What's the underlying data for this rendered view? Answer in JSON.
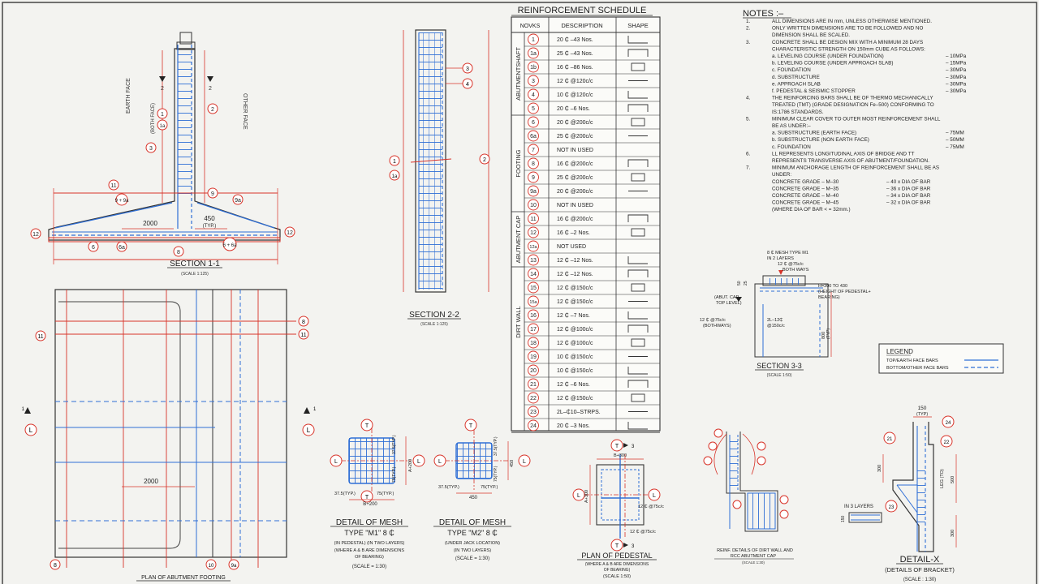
{
  "section11": {
    "title": "SECTION 1-1",
    "scale": "(SCALE 1:125)",
    "earth_face": "EARTH FACE",
    "other_face": "OTHER FACE",
    "both_face": "(BOTH FACE)",
    "dim_2000": "2000",
    "dim_450": "450",
    "dim_typ": "(TYP.)",
    "tag_2": "2",
    "marks_left": [
      "11",
      "9 + 9a",
      "12"
    ],
    "marks_right": [
      "9",
      "9a",
      "12"
    ],
    "marks_bottom": [
      "6",
      "6a",
      "8",
      "6 + 6a"
    ],
    "marks_stem": [
      "1",
      "1a",
      "2",
      "3"
    ]
  },
  "section22": {
    "title": "SECTION 2-2",
    "scale": "(SCALE 1:125)",
    "marks": [
      "1",
      "1a",
      "2",
      "3",
      "4"
    ]
  },
  "plan_footing": {
    "title": "PLAN OF ABUTMENT FOOTING",
    "dim_2000": "2000",
    "marks_right": [
      "8",
      "11"
    ],
    "marks_left": [
      "11"
    ],
    "marks_bottom": [
      "8",
      "10",
      "9a"
    ],
    "axis_L": "L",
    "axis_1": "1"
  },
  "schedule": {
    "title": "REINFORCEMENT SCHEDULE",
    "headers": [
      "NOVKS",
      "DESCRIPTION",
      "SHAPE"
    ],
    "groups": [
      {
        "label": "ABUTMENTSHAFT",
        "rows": 6
      },
      {
        "label": "FOOTING",
        "rows": 7
      },
      {
        "label": "ABUTMENT CAP",
        "rows": 4
      },
      {
        "label": "DIRT WALL",
        "rows": 8
      }
    ],
    "rows": [
      {
        "mark": "1",
        "desc": "20 ₵ –43 Nos."
      },
      {
        "mark": "1a",
        "desc": "25 ₵ –43 Nos."
      },
      {
        "mark": "1b",
        "desc": "16 ₵ –86 Nos."
      },
      {
        "mark": "3",
        "desc": "12 ₵ @120c/c"
      },
      {
        "mark": "4",
        "desc": "10 ₵ @120c/c"
      },
      {
        "mark": "5",
        "desc": "20 ₵ –6 Nos."
      },
      {
        "mark": "6",
        "desc": "20 ₵ @200c/c"
      },
      {
        "mark": "6a",
        "desc": "25 ₵ @200c/c"
      },
      {
        "mark": "7",
        "desc": "NOT IN USED"
      },
      {
        "mark": "8",
        "desc": "16 ₵ @200c/c"
      },
      {
        "mark": "9",
        "desc": "25 ₵ @200c/c"
      },
      {
        "mark": "9a",
        "desc": "20 ₵ @200c/c"
      },
      {
        "mark": "10",
        "desc": "NOT IN USED"
      },
      {
        "mark": "11",
        "desc": "16 ₵ @200c/c"
      },
      {
        "mark": "12",
        "desc": "16 ₵ –2 Nos."
      },
      {
        "mark": "12a",
        "desc": "NOT USED"
      },
      {
        "mark": "13",
        "desc": "12 ₵ –12 Nos."
      },
      {
        "mark": "14",
        "desc": "12 ₵ –12 Nos."
      },
      {
        "mark": "15",
        "desc": "12 ₵ @150c/c"
      },
      {
        "mark": "15a",
        "desc": "12 ₵ @150c/c"
      },
      {
        "mark": "16",
        "desc": "12 ₵ –7 Nos."
      },
      {
        "mark": "17",
        "desc": "12 ₵ @100c/c"
      },
      {
        "mark": "18",
        "desc": "12 ₵ @100c/c"
      },
      {
        "mark": "19",
        "desc": "10 ₵ @150c/c"
      },
      {
        "mark": "20",
        "desc": "10 ₵ @150c/c"
      },
      {
        "mark": "21",
        "desc": "12 ₵ –6 Nos."
      },
      {
        "mark": "22",
        "desc": "12 ₵ @150c/c"
      },
      {
        "mark": "23",
        "desc": "2L–₵10–STRPS."
      },
      {
        "mark": "24",
        "desc": "20 ₵ –3 Nos."
      }
    ]
  },
  "notes": {
    "title": "NOTES :–",
    "lines": [
      {
        "n": "1.",
        "t": "ALL DIMENSIONS ARE IN mm, UNLESS OTHERWISE MENTIONED."
      },
      {
        "n": "2.",
        "t": "ONLY WRITTEN DIMENSIONS ARE TO BE FOLLOWED AND NO"
      },
      {
        "n": "",
        "t": "DIMENSION SHALL BE SCALED."
      },
      {
        "n": "3.",
        "t": "CONCRETE SHALL BE DESIGN MIX WITH A MINIMUM 28 DAYS"
      },
      {
        "n": "",
        "t": "CHARACTERISTIC STRENGTH ON 150mm CUBE AS FOLLOWS:"
      },
      {
        "n": "",
        "t": "a. LEVELING COURSE (UNDER FOUNDATION)",
        "v": "– 10MPa"
      },
      {
        "n": "",
        "t": "b. LEVELING COURSE (UNDER APPROACH SLAB)",
        "v": "– 15MPa"
      },
      {
        "n": "",
        "t": "c. FOUNDATION",
        "v": "– 30MPa"
      },
      {
        "n": "",
        "t": "d. SUBSTRUCTURE",
        "v": "– 30MPa"
      },
      {
        "n": "",
        "t": "e. APPROACH SLAB",
        "v": "– 30MPa"
      },
      {
        "n": "",
        "t": "f. PEDESTAL & SEISMIC STOPPER",
        "v": "– 30MPa"
      },
      {
        "n": "4.",
        "t": "THE REINFORCING BARS SHALL BE OF THERMO MECHANICALLY"
      },
      {
        "n": "",
        "t": "TREATED (TMT) (GRADE DESIGNATION Fe–500) CONFORMING TO"
      },
      {
        "n": "",
        "t": "IS:1786 STANDARDS."
      },
      {
        "n": "5.",
        "t": "MINIMUM CLEAR COVER TO OUTER MOST REINFORCEMENT SHALL"
      },
      {
        "n": "",
        "t": "BE AS UNDER:–"
      },
      {
        "n": "",
        "t": "a. SUBSTRUCTURE (EARTH FACE)",
        "v": "– 75MM"
      },
      {
        "n": "",
        "t": "b. SUBSTRUCTURE (NON EARTH FACE)",
        "v": "– 50MM"
      },
      {
        "n": "",
        "t": "c. FOUNDATION",
        "v": "– 75MM"
      },
      {
        "n": "6.",
        "t": "LL REPRESENTS LONGITUDINAL AXIS OF BRIDGE AND TT"
      },
      {
        "n": "",
        "t": "REPRESENTS TRANSVERSE AXIS OF ABUTMENT/FOUNDATION."
      },
      {
        "n": "7.",
        "t": "MINIMUM ANCHORAGE LENGTH OF REINFORCEMENT SHALL BE AS"
      },
      {
        "n": "",
        "t": "UNDER:"
      },
      {
        "n": "",
        "t": "CONCRETE GRADE – M–30",
        "v": "– 40 x DIA OF BAR"
      },
      {
        "n": "",
        "t": "CONCRETE GRADE – M–35",
        "v": "– 36 x DIA OF BAR"
      },
      {
        "n": "",
        "t": "CONCRETE GRADE – M–40",
        "v": "– 34 x DIA OF BAR"
      },
      {
        "n": "",
        "t": "CONCRETE GRADE – M–45",
        "v": "– 32 x DIA OF BAR"
      },
      {
        "n": "",
        "t": "(WHERE DIA OF BAR < = 32mm.)"
      }
    ]
  },
  "section33": {
    "title": "SECTION 3-3",
    "scale": "(SCALE 1:50)",
    "mesh_note_1": "8 ₵ MESH TYPE M1",
    "mesh_note_2": "IN 2 LAYERS",
    "mesh_note_3": "12 ₵ @75c/c",
    "mesh_note_4": "BOTH WAYS",
    "h_note_1": "H=300 TO 430",
    "h_note_2": "(HEIGHT OF PEDESTAL+",
    "h_note_3": "BEARING)",
    "abut_1": "(ABUT. CAP",
    "abut_2": "TOP LEVEL)",
    "bar_1": "12 ₵ @75c/c",
    "bar_2": "(BOTHWAYS)",
    "bar_3": "2L–12₵",
    "bar_4": "@150c/c",
    "dim_800": "800",
    "dim_typ": "(TYP)",
    "dim_50": "50",
    "dim_25": "25"
  },
  "legend": {
    "title": "LEGEND",
    "item1": "TOP/EARTH FACE BARS",
    "item2": "BOTTOM/OTHER FACE BARS"
  },
  "mesh_m1": {
    "title": "DETAIL OF MESH",
    "type": "TYPE \"M1\" 8 ₵",
    "note1": "(IN PEDESTAL) (IN TWO LAYERS)",
    "note2": "(WHERE A & B ARE DIMENSIONS",
    "note3": "OF BEARING)",
    "scale": "(SCALE = 1:30)",
    "dim_b": "B+200",
    "dim_a": "A+200",
    "dim_375": "37.5(TYP.)",
    "dim_75": "75(TYP.)",
    "axis_T": "T",
    "axis_L": "L"
  },
  "mesh_m2": {
    "title": "DETAIL OF MESH",
    "type": "TYPE \"M2\" 8 ₵",
    "note1": "(UNDER JACK LOCATION)",
    "note2": "(IN TWO LAYERS)",
    "scale": "(SCALE = 1:30)",
    "dim_450": "450",
    "dim_375": "37.5(TYP.)",
    "dim_75": "75(TYP.)",
    "axis_T": "T",
    "axis_L": "L"
  },
  "pedestal": {
    "title": "PLAN OF PEDESTAL",
    "note1": "(WHERE A & B ARE DIMENSIONS",
    "note2": "OF BEARING)",
    "scale": "(SCALE 1:50)",
    "dim_b": "B+300",
    "dim_a": "A+300",
    "bar": "12 ₵ @75c/c",
    "axis_T": "T",
    "axis_L": "L",
    "tag_3": "3"
  },
  "dirtwall": {
    "title": "REINF. DETAILS OF DIRT WALL AND",
    "title2": "RCC ABUTMENT CAP",
    "scale": "(SCALE 1:30)"
  },
  "detailx": {
    "title": "DETAIL-X",
    "subtitle": "(DETAILS OF BRACKET)",
    "scale": "(SCALE : 1:30)",
    "dim_150": "150",
    "dim_typ": "(TYP)",
    "dim_300": "300",
    "dim_500": "500",
    "dim_leg": "LEG (TO)",
    "layers": "IN 3 LAYERS",
    "marks": [
      "24",
      "21",
      "22",
      "23"
    ]
  },
  "colors": {
    "red": "#d8342a",
    "blue": "#2f6fd6",
    "ink": "#333333"
  }
}
